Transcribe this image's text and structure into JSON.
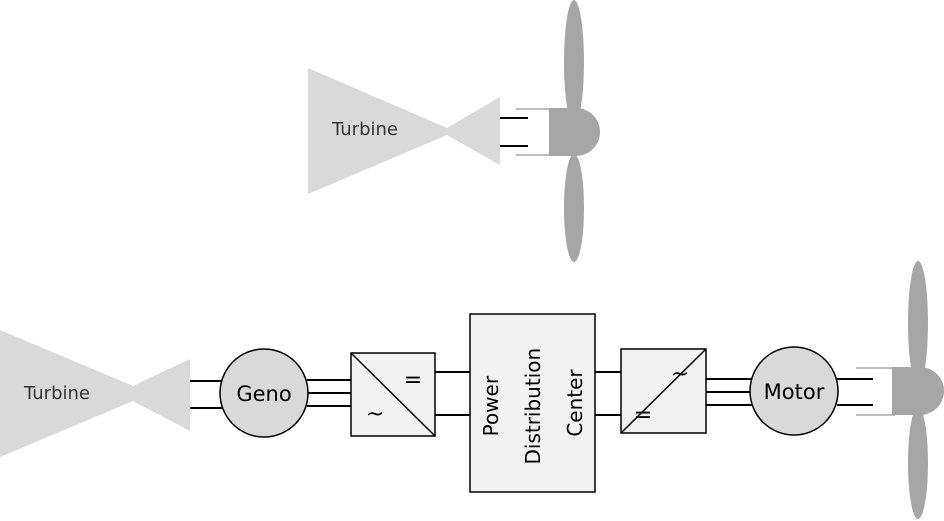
{
  "top_drive": {
    "turbine_label": "Turbine"
  },
  "bottom_drive": {
    "turbine_label": "Turbine",
    "generator_label": "Geno",
    "rectifier": {
      "dc_symbol": "=",
      "ac_symbol": "~"
    },
    "distribution": {
      "lines": [
        "Power",
        "Distribution",
        "Center"
      ]
    },
    "inverter": {
      "dc_symbol": "=",
      "ac_symbol": "~"
    },
    "motor_label": "Motor"
  },
  "colors": {
    "turbine_fill": "#d9d9d9",
    "propeller_fill": "#a6a6a6",
    "box_fill": "#f2f2f2",
    "generator_fill": "#d9d9d9",
    "line": "#000000"
  }
}
